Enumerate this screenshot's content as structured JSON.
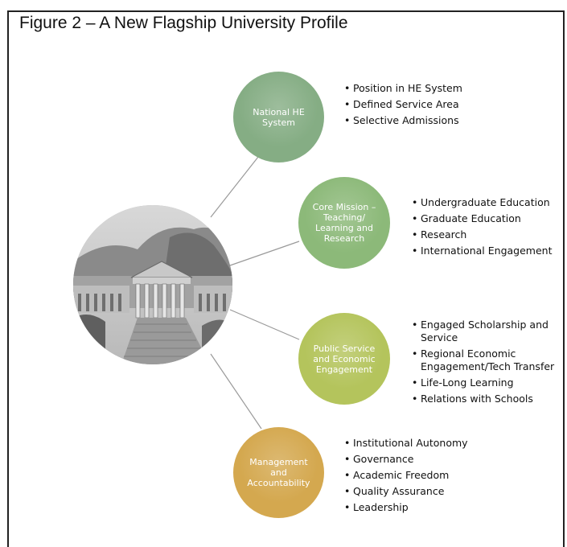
{
  "title": "Figure 2 – A New Flagship University Profile",
  "nodes": [
    {
      "label_lines": [
        "National HE",
        "System"
      ],
      "color": "#85ad84",
      "bullets": [
        "Position in HE System",
        "Defined Service Area",
        "Selective Admissions"
      ]
    },
    {
      "label_lines": [
        "Core Mission –",
        "Teaching/",
        "Learning and",
        "Research"
      ],
      "color": "#8cb979",
      "bullets": [
        "Undergraduate Education",
        "Graduate Education",
        "Research",
        "International Engagement"
      ]
    },
    {
      "label_lines": [
        "Public Service",
        "and Economic",
        "Engagement"
      ],
      "color": "#b4c45c",
      "bullets": [
        "Engaged Scholarship and Service",
        "Regional Economic Engagement/Tech Transfer",
        "Life-Long Learning",
        "Relations with Schools"
      ]
    },
    {
      "label_lines": [
        "Management",
        "and",
        "Accountability"
      ],
      "color": "#d4a84f",
      "bullets": [
        "Institutional Autonomy",
        "Governance",
        "Academic Freedom",
        "Quality Assurance",
        "Leadership"
      ]
    }
  ],
  "center_image": "campus-building-photo"
}
